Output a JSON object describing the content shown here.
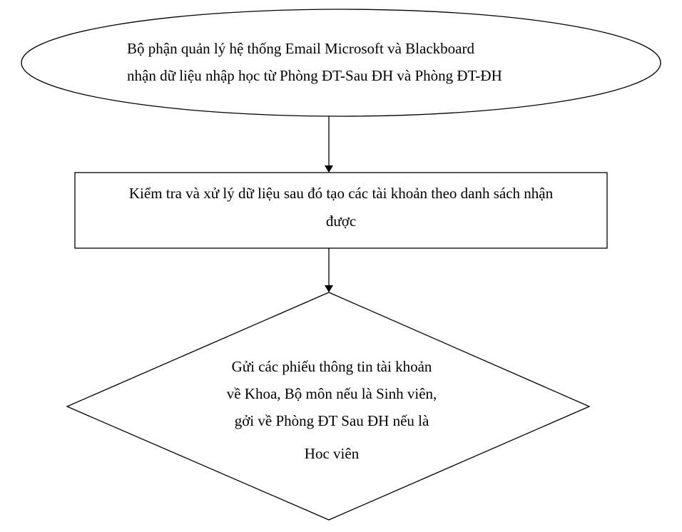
{
  "flowchart": {
    "start_node": {
      "shape": "ellipse",
      "lines": [
        "Bộ phận quản lý hệ thống Email Microsoft và Blackboard",
        "nhận dữ liệu nhập học từ Phòng ĐT-Sau ĐH và Phòng ĐT-ĐH"
      ]
    },
    "process_node": {
      "shape": "rectangle",
      "lines": [
        "Kiểm tra và xử lý dữ liệu sau đó tạo các tài khoản theo danh sách nhận",
        "được"
      ]
    },
    "decision_node": {
      "shape": "diamond",
      "lines": [
        "Gửi các phiếu thông tin tài khoản",
        "về Khoa, Bộ môn nếu là Sinh viên,",
        "gởi về Phòng ĐT Sau ĐH nếu là",
        "Học viên"
      ]
    },
    "colors": {
      "stroke": "#000000",
      "fill": "#ffffff",
      "text": "#000000"
    }
  }
}
